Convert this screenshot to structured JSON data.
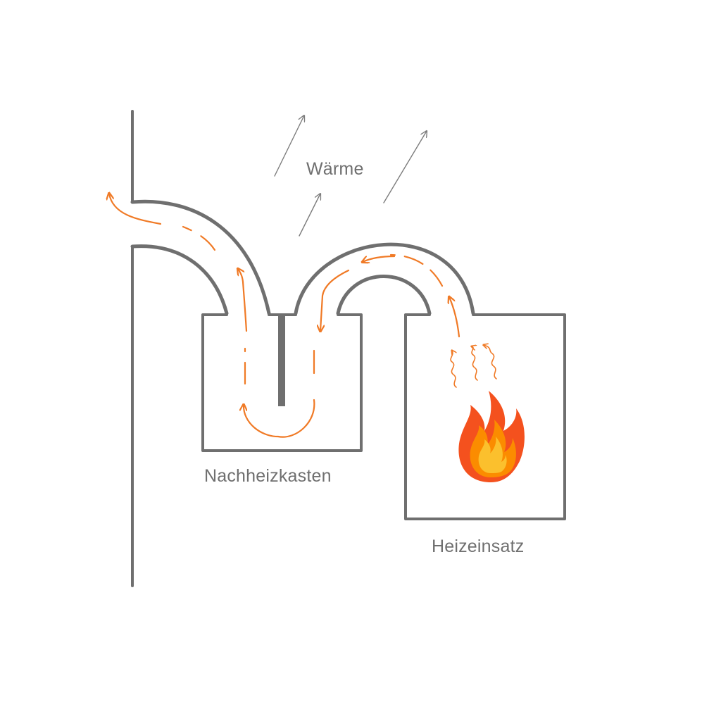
{
  "labels": {
    "waerme": "Wärme",
    "nachheizkasten": "Nachheizkasten",
    "heizeinsatz": "Heizeinsatz"
  },
  "colors": {
    "wall": "#6f6f6f",
    "flow": "#f07a26",
    "heat_arrow": "#7c7c7c",
    "flame_outer": "#f4511e",
    "flame_mid": "#fb8c00",
    "flame_inner": "#fbc02d"
  },
  "icons": {
    "flame": "fire-icon",
    "heat_waves": "wavy-heat-lines",
    "heat_arrows": "diagonal-up-arrows"
  }
}
